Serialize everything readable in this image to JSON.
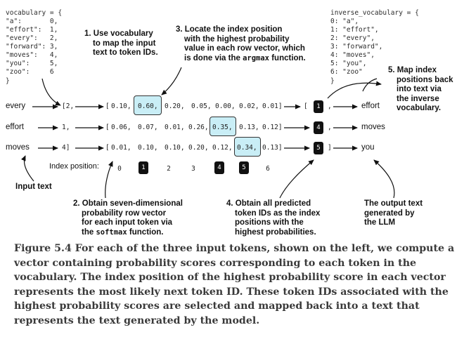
{
  "vocabulary_code": {
    "header": "vocabulary = {",
    "lines": [
      "\"a\":       0,",
      "\"effort\":  1,",
      "\"every\":   2,",
      "\"forward\": 3,",
      "\"moves\":   4,",
      "\"you\":     5,",
      "\"zoo\":     6"
    ],
    "footer": "}"
  },
  "inverse_vocabulary_code": {
    "header": "inverse_vocabulary = {",
    "lines": [
      "0: \"a\",",
      "1: \"effort\",",
      "2: \"every\",",
      "3: \"forward\",",
      "4: \"moves\",",
      "5: \"you\",",
      "6: \"zoo\""
    ],
    "footer": "}"
  },
  "notes": {
    "n1": [
      "1. Use vocabulary",
      "to map the input",
      "text to token IDs."
    ],
    "n3": [
      "3. Locate the index position",
      "with the highest probability",
      "value in each row vector, which"
    ],
    "n3_last_pre": "is done via the ",
    "n3_code": "argmax",
    "n3_last_post": " function.",
    "n5": [
      "5. Map index",
      "positions back",
      "into text via",
      "the inverse",
      "vocabulary."
    ],
    "n2": [
      "2. Obtain seven-dimensional",
      "probability row vector",
      "for each input token via"
    ],
    "n2_last_pre": "the ",
    "n2_code": "softmax",
    "n2_last_post": " function.",
    "n4": [
      "4. Obtain all predicted",
      "token IDs as the index",
      "positions with the",
      "highest probabilities."
    ],
    "output_text": [
      "The output text",
      "generated by",
      "the LLM"
    ],
    "input_text": "Input text"
  },
  "rows": [
    {
      "token": "every",
      "id_text": "[2,",
      "vector_open": "[",
      "probs": [
        "0.10,",
        "0.60,",
        "0.20,",
        "0.05,",
        "0.00,",
        "0.02,",
        "0.01]"
      ],
      "max_index": 1,
      "pred_open": "[",
      "pred_id": "1",
      "pred_sep": ",",
      "output": "effort"
    },
    {
      "token": "effort",
      "id_text": "1,",
      "vector_open": "[",
      "probs": [
        "0.06,",
        "0.07,",
        "0.01,",
        "0.26,",
        "0.35,",
        "0.13,",
        "0.12]"
      ],
      "max_index": 4,
      "pred_open": "",
      "pred_id": "4",
      "pred_sep": ",",
      "output": "moves"
    },
    {
      "token": "moves",
      "id_text": "4]",
      "vector_open": "[",
      "probs": [
        "0.01,",
        "0.10,",
        "0.10,",
        "0.20,",
        "0.12,",
        "0.34,",
        "0.13]"
      ],
      "max_index": 5,
      "pred_open": "",
      "pred_id": "5",
      "pred_sep": "]",
      "output": "you"
    }
  ],
  "index_position": {
    "label": "Index position:",
    "indices": [
      "0",
      "1",
      "2",
      "3",
      "4",
      "5",
      "6"
    ],
    "highlighted": [
      1,
      4,
      5
    ]
  },
  "caption": "Figure 5.4 For each of the three input tokens, shown on the left, we compute a vector containing probability scores corresponding to each token in the vocabulary. The index position of the highest probability score in each vector represents the most likely next token ID. These token IDs associated with the highest probability scores are selected and mapped back into a text that represents the text generated by the model."
}
